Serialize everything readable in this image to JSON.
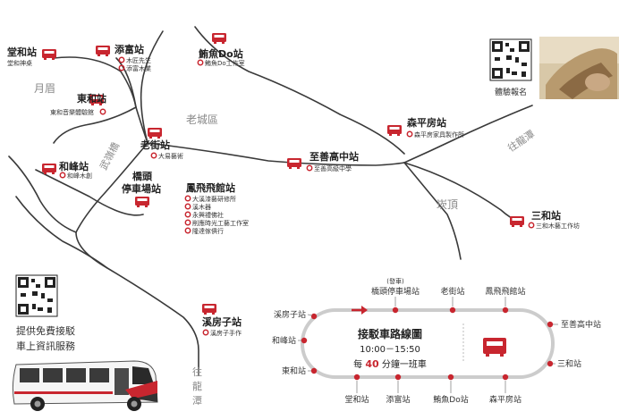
{
  "colors": {
    "accent": "#c8262f",
    "road": "#333333",
    "area_text": "#888888",
    "bus_body": "#f5f5f5"
  },
  "icons": {
    "stop": "bus-icon",
    "poi": "map-pin-icon",
    "qr": "qr-code-icon"
  },
  "stations": [
    {
      "id": "tanghe",
      "name": "堂和站",
      "pois": [
        "堂和神桌"
      ]
    },
    {
      "id": "tianfu",
      "name": "添富站",
      "pois": [
        "木匠先生",
        "添富木業"
      ]
    },
    {
      "id": "youyu",
      "name": "鮪魚Do站",
      "pois": [
        "鮪魚Do工作室"
      ]
    },
    {
      "id": "donghe",
      "name": "東和站",
      "pois": [
        "東和音樂體驗館"
      ]
    },
    {
      "id": "laojie",
      "name": "老街站",
      "pois": [
        "大易藝術"
      ]
    },
    {
      "id": "senping",
      "name": "森平房站",
      "pois": [
        "森平房家具製作所"
      ]
    },
    {
      "id": "zhishan",
      "name": "至善高中站",
      "pois": [
        "至善高級中學"
      ]
    },
    {
      "id": "hefeng",
      "name": "和峰站",
      "pois": [
        "和峰木創"
      ]
    },
    {
      "id": "qiaotou",
      "name": "橋頭\n停車場站",
      "pois": []
    },
    {
      "id": "fengfeifei",
      "name": "鳳飛飛館站",
      "pois": [
        "大溪漆藝研修所",
        "溪木器",
        "永興禮佛社",
        "削應時光工藝工作室",
        "隆達傢俱行"
      ]
    },
    {
      "id": "sanhe",
      "name": "三和站",
      "pois": [
        "三和木藝工作坊"
      ]
    },
    {
      "id": "xifangzi",
      "name": "溪房子站",
      "pois": [
        "溪房子手作"
      ]
    }
  ],
  "areas": {
    "yuemei": "月眉",
    "laocheng": "老城區",
    "kanding": "崁頂"
  },
  "roads": {
    "wuling": "武嶺橋",
    "to_longtan_east": "往龍潭",
    "to_longtan_south": "往\n龍\n潭"
  },
  "signup": {
    "label": "體驗報名"
  },
  "service": {
    "line1": "提供免費接駁",
    "line2": "車上資訊服務"
  },
  "route_map": {
    "title": "接駁車路線圖",
    "hours": "10:00－15:50",
    "freq_prefix": "每",
    "freq_num": "40",
    "freq_suffix": "分鐘一班車",
    "depart_tag": "(發車)",
    "top_stops": [
      "橋頭停車場站",
      "老街站",
      "鳳飛飛館站"
    ],
    "left_stops": [
      "溪房子站",
      "和峰站",
      "東和站"
    ],
    "bottom_stops": [
      "堂和站",
      "添富站",
      "鮪魚Do站",
      "森平房站"
    ],
    "right_stops": [
      "至善高中站",
      "三和站"
    ]
  }
}
